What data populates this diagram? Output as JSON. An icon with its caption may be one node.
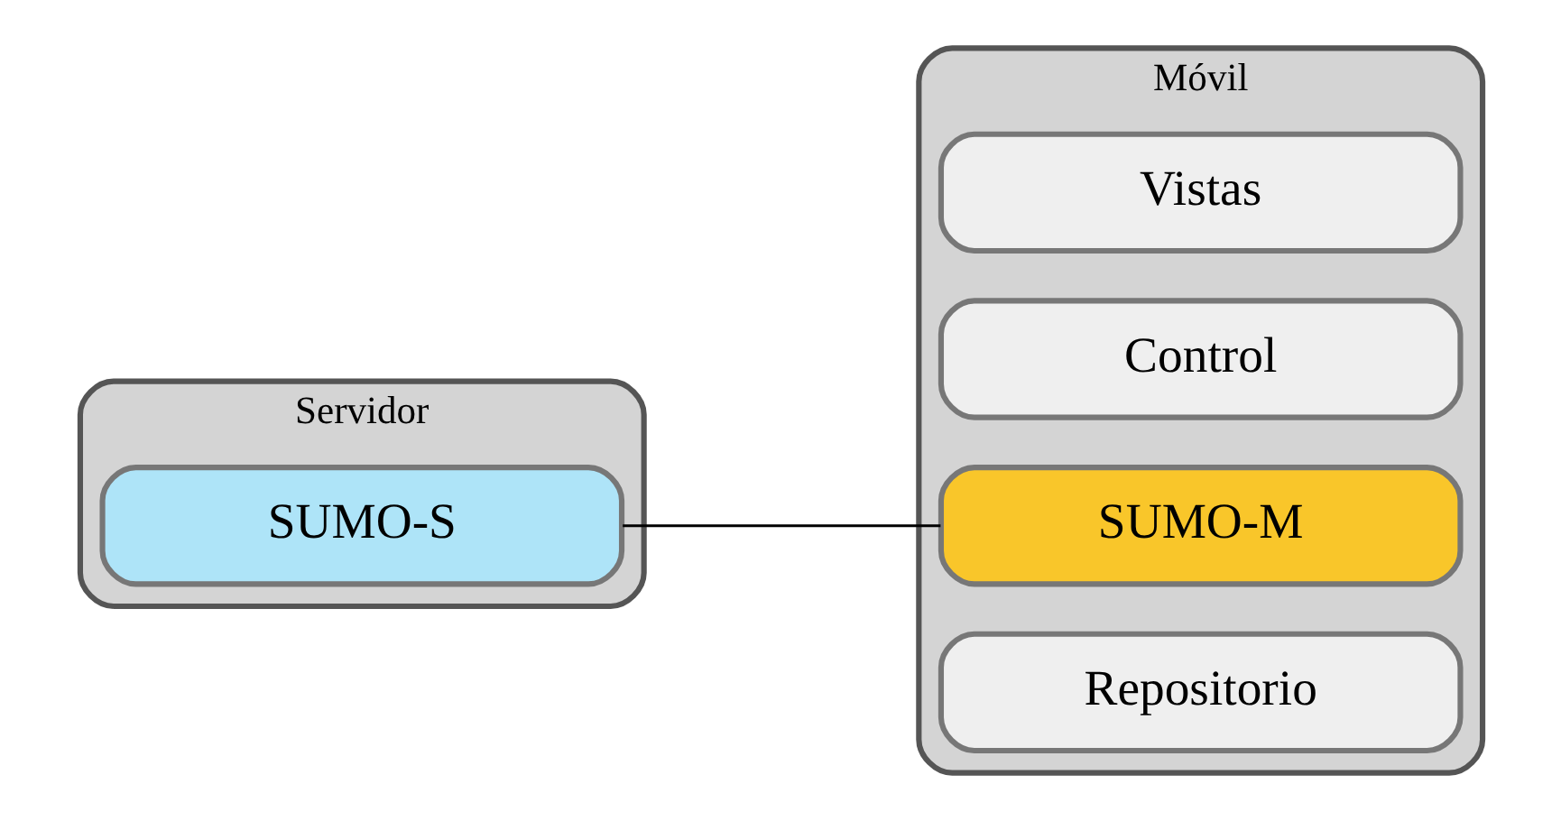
{
  "diagram": {
    "nodes": [
      {
        "text": [
          "Servidor"
        ]
      },
      {
        "text": [
          "SUMO-S"
        ],
        "in": 0
      },
      {
        "text": [
          "Móvil"
        ]
      },
      {
        "text": [
          "Vistas"
        ],
        "in": 2
      },
      {
        "text": [
          "Control"
        ],
        "in": 2
      },
      {
        "text": [
          "SUMO-M"
        ],
        "in": 2
      },
      {
        "text": [
          "Repositorio"
        ],
        "in": 2
      }
    ],
    "edges": [
      {
        "from": 1,
        "to": 5,
        "arrow": "none"
      }
    ]
  }
}
